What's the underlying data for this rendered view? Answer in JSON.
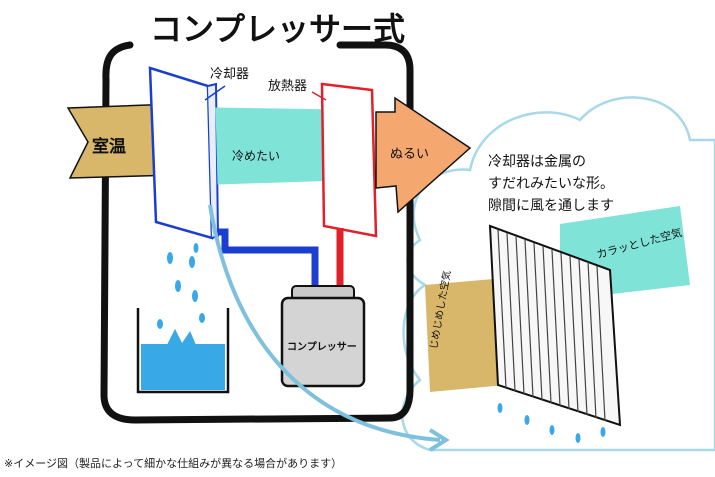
{
  "title": "コンプレッサー式",
  "labels": {
    "cooler": "冷却器",
    "radiator": "放熱器",
    "room_temp": "室温",
    "cold_air": "冷めたい",
    "lukewarm": "ぬるい",
    "compressor": "コンプレッサー",
    "humid_air": "じめじめした空気",
    "dry_air": "カラッとした空気"
  },
  "note": {
    "line1": "冷却器は金属の",
    "line2": "すだれみたいな形。",
    "line3": "隙間に風を通します"
  },
  "caption": "※イメージ図（製品によって細かな仕組みが異なる場合があります）",
  "colors": {
    "cooler_line": "#1a3fd0",
    "radiator_line": "#e0202a",
    "room_arrow": "#d8b66a",
    "cold_arrow": "#7fe3d8",
    "warm_arrow": "#f4a870",
    "water": "#39a8e6",
    "cloud": "#cfeaf4"
  }
}
